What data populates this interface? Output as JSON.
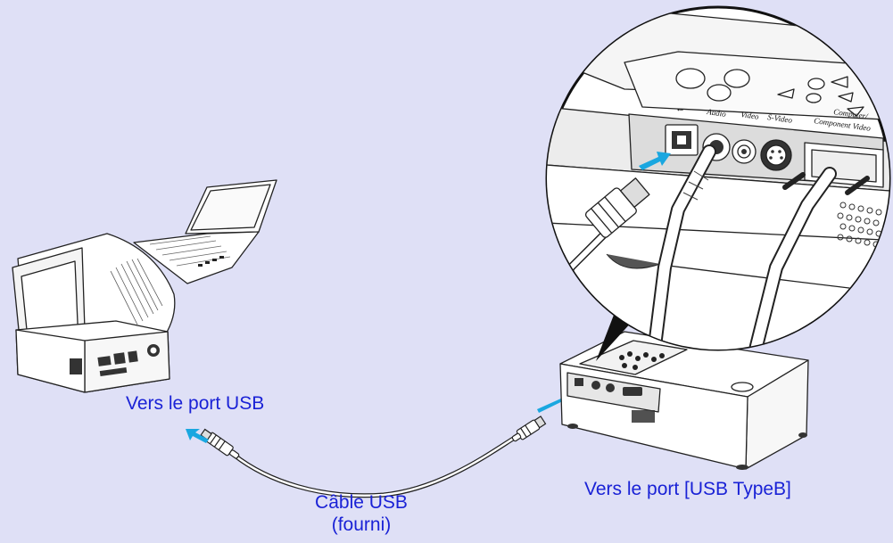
{
  "labels": {
    "computer_port": "Vers le port USB",
    "cable_line1": "Câble USB",
    "cable_line2": "(fourni)",
    "projector_port": "Vers le port [USB TypeB]"
  },
  "projector_panel": {
    "usb_symbol": "⭠",
    "audio": "Audio",
    "video": "Video",
    "svideo": "S-Video",
    "computer_line1": "Computer/",
    "computer_line2": "Component Video"
  },
  "colors": {
    "background": "#dfe0f6",
    "label_text": "#1a22d6",
    "arrow": "#1aa7e0",
    "line": "#222222",
    "device_fill": "#ffffff"
  }
}
